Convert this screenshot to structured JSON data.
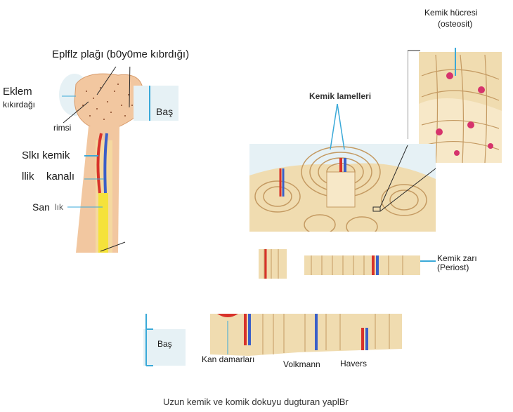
{
  "labels": {
    "epiphyseal_plate": "Eplflz plağı (b0y0me kıbrdığı)",
    "articular_cartilage_1": "Eklem",
    "articular_cartilage_2": "kıkırdağı",
    "spongy": "rimsi",
    "head_top": "Baş",
    "compact_bone": "Slkı kemik",
    "marrow_canal_a": "llik",
    "marrow_canal_b": "kanalı",
    "yellow_marrow_a": "San",
    "yellow_marrow_b": "lık",
    "bone_cell_1": "Kemik hücresi",
    "bone_cell_2": "(osteosit)",
    "lamellae": "Kemik lamelleri",
    "periosteum_1": "Kemik zarı",
    "periosteum_2": "(Periost)",
    "head_bottom": "Baş",
    "blood_vessels": "Kan damarları",
    "volkmann": "Volkmann",
    "havers": "Havers",
    "caption": "Uzun kemik ve komik dokuyu dugturan yaplBr"
  },
  "colors": {
    "bone": "#f2c7a0",
    "bone_dark": "#d79a6a",
    "panel_bg": "#e6f1f5",
    "lamella": "#f0dcb0",
    "lamella_line": "#c49a62",
    "yellow_marrow": "#f5e23a",
    "artery": "#d8322a",
    "vein": "#3a5fc8",
    "pointer": "#3aa9d8",
    "cell": "#d6336c"
  }
}
